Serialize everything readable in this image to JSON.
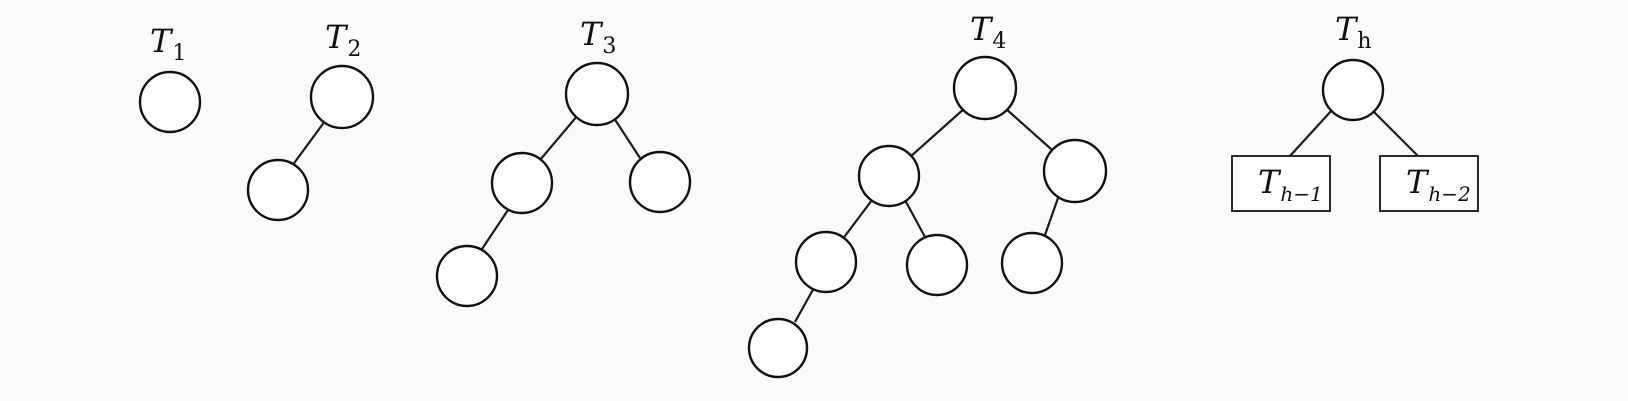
{
  "trees": [
    {
      "id": "T1",
      "label": {
        "main": "T",
        "sub": "1"
      }
    },
    {
      "id": "T2",
      "label": {
        "main": "T",
        "sub": "2"
      }
    },
    {
      "id": "T3",
      "label": {
        "main": "T",
        "sub": "3"
      }
    },
    {
      "id": "T4",
      "label": {
        "main": "T",
        "sub": "4"
      }
    },
    {
      "id": "Th",
      "label": {
        "main": "T",
        "sub": "h"
      },
      "subtrees": [
        {
          "main": "T",
          "sub": "h−1"
        },
        {
          "main": "T",
          "sub": "h−2"
        }
      ]
    }
  ]
}
